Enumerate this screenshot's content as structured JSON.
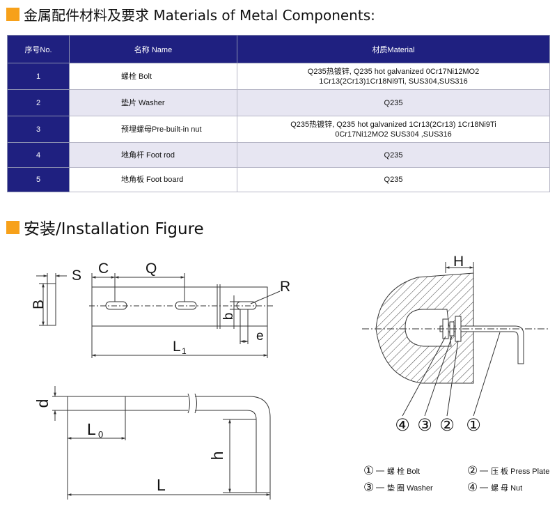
{
  "section1": {
    "title": "金属配件材料及要求  Materials of Metal Components:",
    "marker_color": "#f7a11a"
  },
  "table": {
    "headers": [
      "序号No.",
      "名称 Name",
      "材质Material"
    ],
    "rows": [
      {
        "no": "1",
        "name": "螺栓 Bolt",
        "material_1": "Q235热镀锌, Q235 hot galvanized  0Cr17Ni12MO2",
        "material_2": "1Cr13(2Cr13)1Cr18Ni9Ti, SUS304,SUS316"
      },
      {
        "no": "2",
        "name": "垫片 Washer",
        "material_1": "Q235",
        "material_2": ""
      },
      {
        "no": "3",
        "name": "预埋螺母Pre-built-in nut",
        "material_1": "Q235热镀锌, Q235 hot galvanized  1Cr13(2Cr13)  1Cr18Ni9Ti",
        "material_2": "0Cr17Ni12MO2  SUS304  ,SUS316"
      },
      {
        "no": "4",
        "name": "地角杆 Foot rod",
        "material_1": "Q235",
        "material_2": ""
      },
      {
        "no": "5",
        "name": "地角板 Foot board",
        "material_1": "Q235",
        "material_2": ""
      }
    ],
    "header_color": "#1f2080"
  },
  "section2": {
    "title": "安装/Installation Figure",
    "marker_color": "#f7a11a"
  },
  "figure": {
    "labels": {
      "S": "S",
      "C": "C",
      "Q": "Q",
      "R": "R",
      "B": "B",
      "b": "b",
      "e": "e",
      "L1": "L",
      "L1_sub": "1",
      "d": "d",
      "L0": "L",
      "L0_sub": "0",
      "h": "h",
      "L": "L",
      "H": "H"
    },
    "callouts": [
      "④",
      "③",
      "②",
      "①"
    ],
    "legend": [
      {
        "num": "①",
        "text": "螺  栓  Bolt"
      },
      {
        "num": "②",
        "text": "压 板 Press Plate"
      },
      {
        "num": "③",
        "text": "垫 圈 Washer"
      },
      {
        "num": "④",
        "text": "螺 母 Nut"
      }
    ]
  }
}
